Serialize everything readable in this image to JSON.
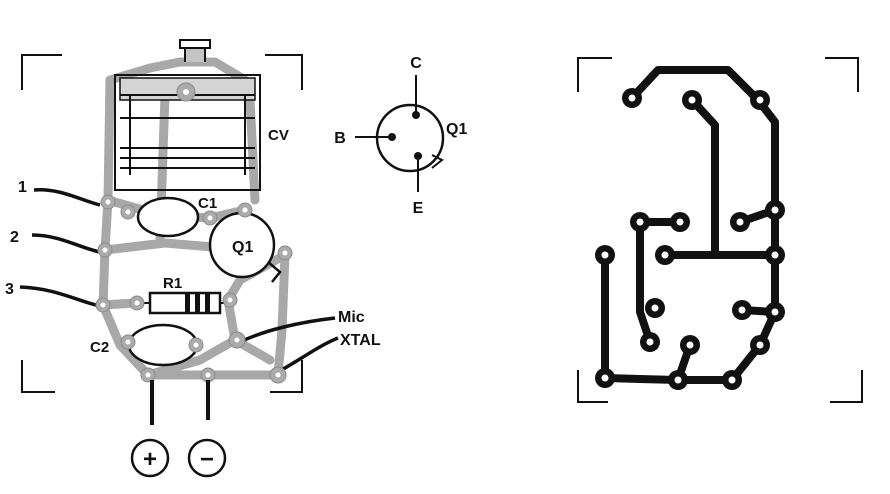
{
  "component_layout": {
    "trimmer_label": "CV",
    "capacitor1_label": "C1",
    "transistor_label": "Q1",
    "resistor_label": "R1",
    "capacitor2_label": "C2",
    "wire_labels": [
      "1",
      "2",
      "3"
    ],
    "mic_label": "Mic",
    "xtal_label": "XTAL",
    "battery_plus": "+",
    "battery_minus": "−"
  },
  "transistor_pinout": {
    "collector": "C",
    "base": "B",
    "emitter": "E",
    "name": "Q1"
  }
}
